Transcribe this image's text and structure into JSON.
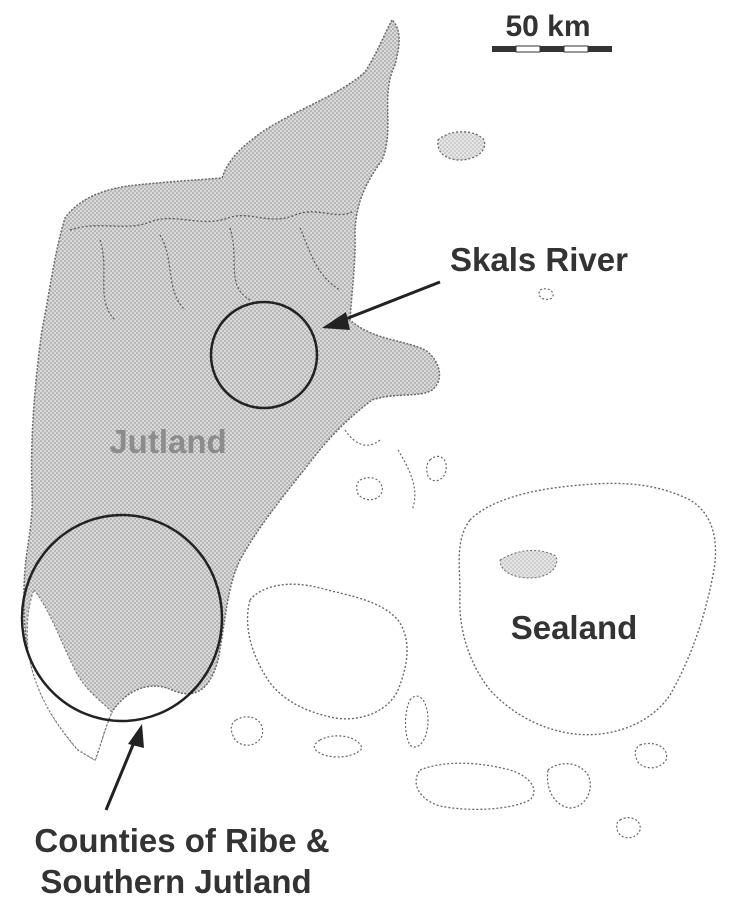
{
  "map": {
    "scale_bar": {
      "label": "50 km"
    },
    "regions": {
      "jutland": "Jutland",
      "sealand": "Sealand"
    },
    "annotations": {
      "skals_river": "Skals River",
      "ribe_line1": "Counties of Ribe &",
      "ribe_line2": "Southern Jutland"
    },
    "colors": {
      "land_gray": "#cfcfcf",
      "outline": "#555555",
      "ink": "#333333",
      "region_label": "#8c8c8c",
      "background": "#ffffff"
    }
  }
}
